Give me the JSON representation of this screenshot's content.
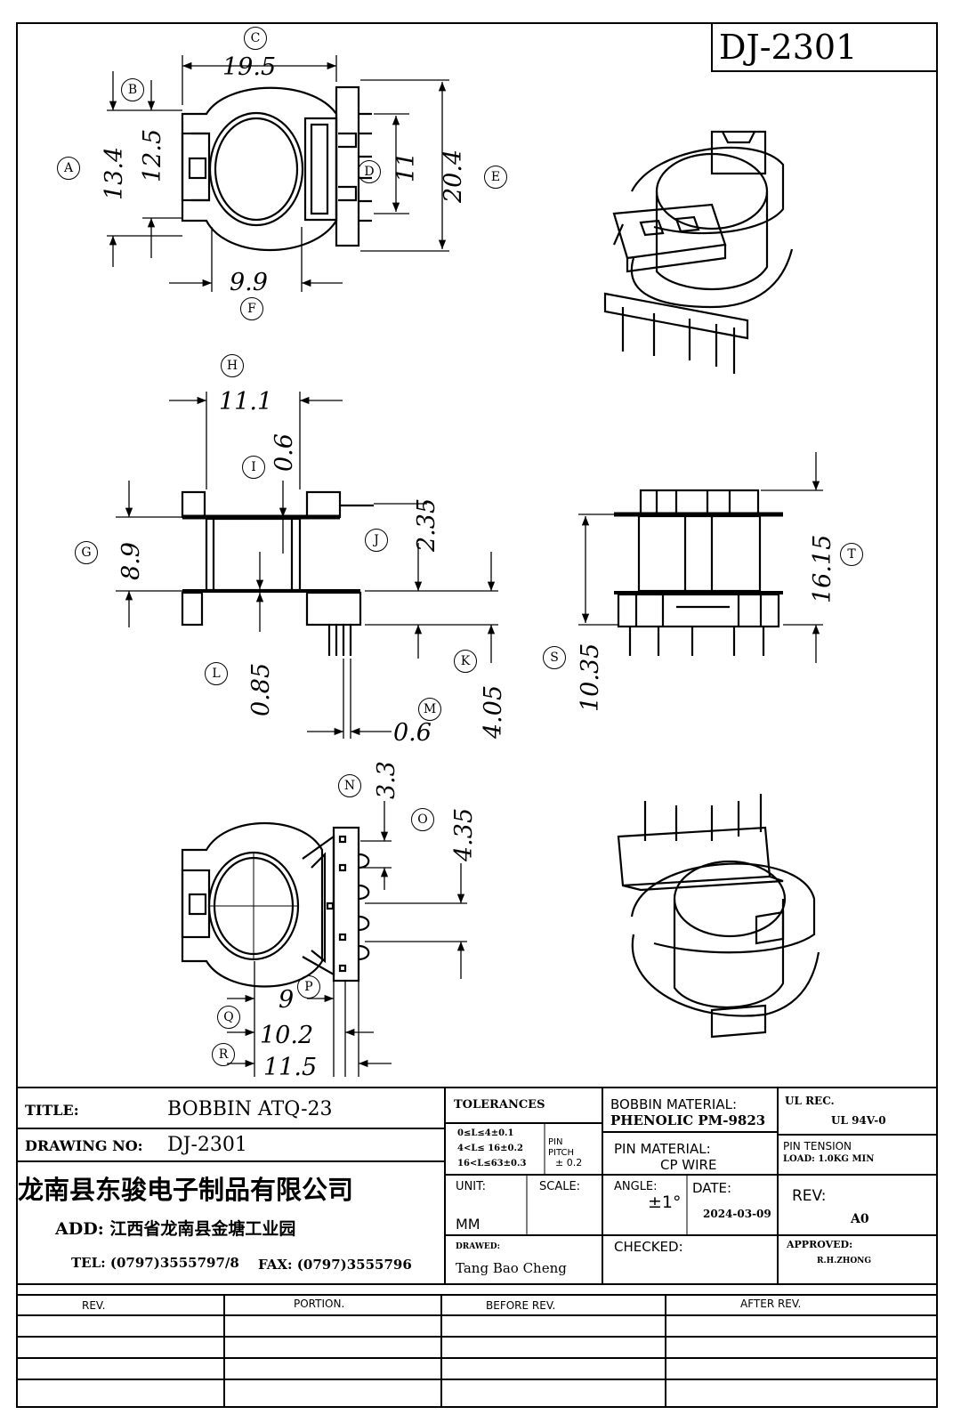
{
  "drawing_id": "DJ-2301",
  "dimensions": {
    "c_width": "19.5",
    "a_height": "13.4",
    "b_inner": "12.5",
    "d_pins": "11",
    "e_height": "20.4",
    "f_core": "9.9",
    "h_width": "11.1",
    "i_flange": "0.6",
    "j_gap": "2.35",
    "g_height": "8.9",
    "l_base": "0.85",
    "k_pin": "4.05",
    "m_pin": "0.6",
    "t_total": "16.15",
    "s_body": "10.35",
    "n_pitch": "3.3",
    "o_pitch": "4.35",
    "p_depth": "9",
    "q_depth": "10.2",
    "r_depth": "11.5"
  },
  "callouts": {
    "a": "A",
    "b": "B",
    "c": "C",
    "d": "D",
    "e": "E",
    "f": "F",
    "g": "G",
    "h": "H",
    "i": "I",
    "j": "J",
    "k": "K",
    "l": "L",
    "m": "M",
    "n": "N",
    "o": "O",
    "p": "P",
    "q": "Q",
    "r": "R",
    "s": "S",
    "t": "T"
  },
  "title_block": {
    "title_label": "TITLE:",
    "title_value": "BOBBIN ATQ-23",
    "drawing_no_label": "DRAWING NO:",
    "drawing_no_value": "DJ-2301",
    "company": "龙南县东骏电子制品有限公司",
    "address": "ADD: 江西省龙南县金塘工业园",
    "tel": "TEL: (0797)3555797/8",
    "fax": "FAX: (0797)3555796",
    "tolerances_label": "TOLERANCES",
    "tol_line1": "0≤L≤4±0.1",
    "tol_line2": "4<L≤ 16±0.2",
    "tol_line3": "16<L≤63±0.3",
    "pin_pitch_label1": "PIN",
    "pin_pitch_label2": "PITCH",
    "pin_pitch_value": "± 0.2",
    "unit_label": "UNIT:",
    "unit_value": "MM",
    "scale_label": "SCALE:",
    "drawn_label": "DRAWED:",
    "drawn_value": "Tang Bao Cheng",
    "bobbin_material_label": "BOBBIN MATERIAL:",
    "bobbin_material_value": "PHENOLIC PM-9823",
    "pin_material_label": "PIN MATERIAL:",
    "pin_material_value": "CP WIRE",
    "angle_label": "ANGLE:",
    "angle_value": "±1°",
    "date_label": "DATE:",
    "date_value": "2024-03-09",
    "checked_label": "CHECKED:",
    "ul_label": "UL REC.",
    "ul_value": "UL 94V-0",
    "pin_tension_label": "PIN TENSION",
    "pin_tension_value": "LOAD: 1.0KG MIN",
    "rev_label": "REV:",
    "rev_value": "A0",
    "approved_label": "APPROVED:",
    "approved_value": "R.H.ZHONG"
  },
  "revision_table": {
    "headers": [
      "REV.",
      "PORTION.",
      "BEFORE REV.",
      "AFTER REV."
    ]
  }
}
